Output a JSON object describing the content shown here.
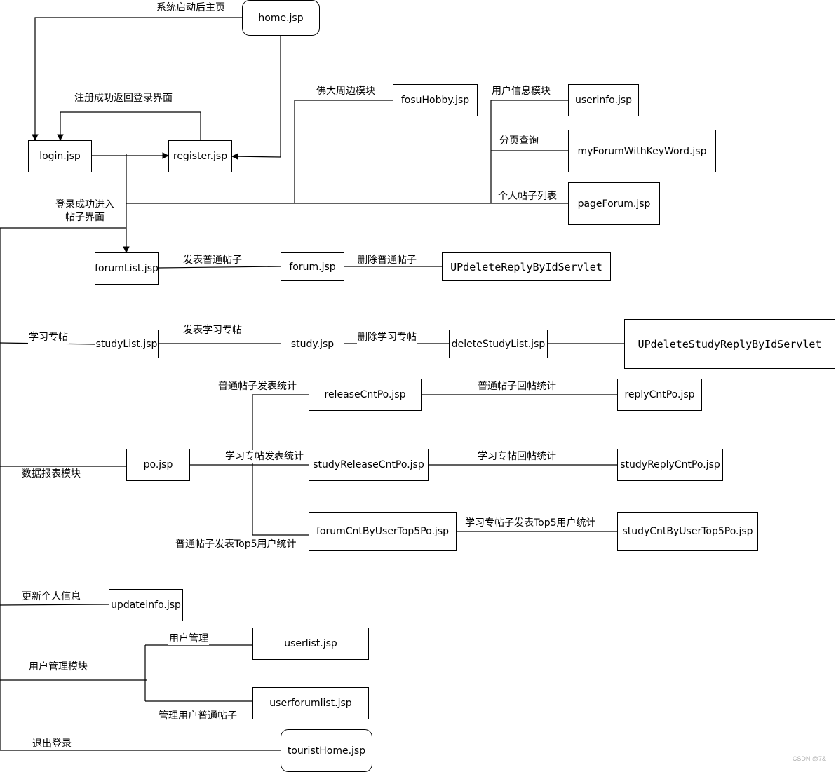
{
  "nodes": {
    "home": "home.jsp",
    "login": "login.jsp",
    "register": "register.jsp",
    "fosu_hobby": "fosuHobby.jsp",
    "userinfo": "userinfo.jsp",
    "my_forum_keyword": "myForumWithKeyWord.jsp",
    "page_forum": "pageForum.jsp",
    "forum_list": "forumList.jsp",
    "forum": "forum.jsp",
    "up_delete_reply": "UPdeleteReplyByIdServlet",
    "study_list": "studyList.jsp",
    "study": "study.jsp",
    "delete_study_list": "deleteStudyList.jsp",
    "up_delete_study_reply": "UPdeleteStudyReplyByIdServlet",
    "release_cnt": "releaseCntPo.jsp",
    "reply_cnt": "replyCntPo.jsp",
    "po": "po.jsp",
    "study_release_cnt": "studyReleaseCntPo.jsp",
    "study_reply_cnt": "studyReplyCntPo.jsp",
    "forum_top5": "forumCntByUserTop5Po.jsp",
    "study_top5": "studyCntByUserTop5Po.jsp",
    "updateinfo": "updateinfo.jsp",
    "userlist": "userlist.jsp",
    "userforumlist": "userforumlist.jsp",
    "tourist_home": "touristHome.jsp"
  },
  "labels": {
    "home_after_start": "系统启动后主页",
    "register_back_login": "注册成功返回登录界面",
    "login_success_line1": "登录成功进入",
    "login_success_line2": "帖子界面",
    "fosu_module": "佛大周边模块",
    "user_info_module": "用户信息模块",
    "paged_query": "分页查询",
    "personal_forum_list": "个人帖子列表",
    "publish_normal": "发表普通帖子",
    "delete_normal": "删除普通帖子",
    "study_post": "学习专帖",
    "publish_study": "发表学习专帖",
    "delete_study": "删除学习专帖",
    "normal_publish_stat": "普通帖子发表统计",
    "normal_reply_stat": "普通帖子回帖统计",
    "study_publish_stat": "学习专帖发表统计",
    "study_reply_stat": "学习专帖回帖统计",
    "report_module": "数据报表模块",
    "normal_top5_stat": "普通帖子发表Top5用户统计",
    "study_top5_stat": "学习专帖子发表Top5用户统计",
    "update_personal_info": "更新个人信息",
    "user_manage": "用户管理",
    "user_manage_module": "用户管理模块",
    "manage_user_normal_posts": "管理用户普通帖子",
    "logout": "退出登录"
  },
  "watermark": "CSDN @7&"
}
